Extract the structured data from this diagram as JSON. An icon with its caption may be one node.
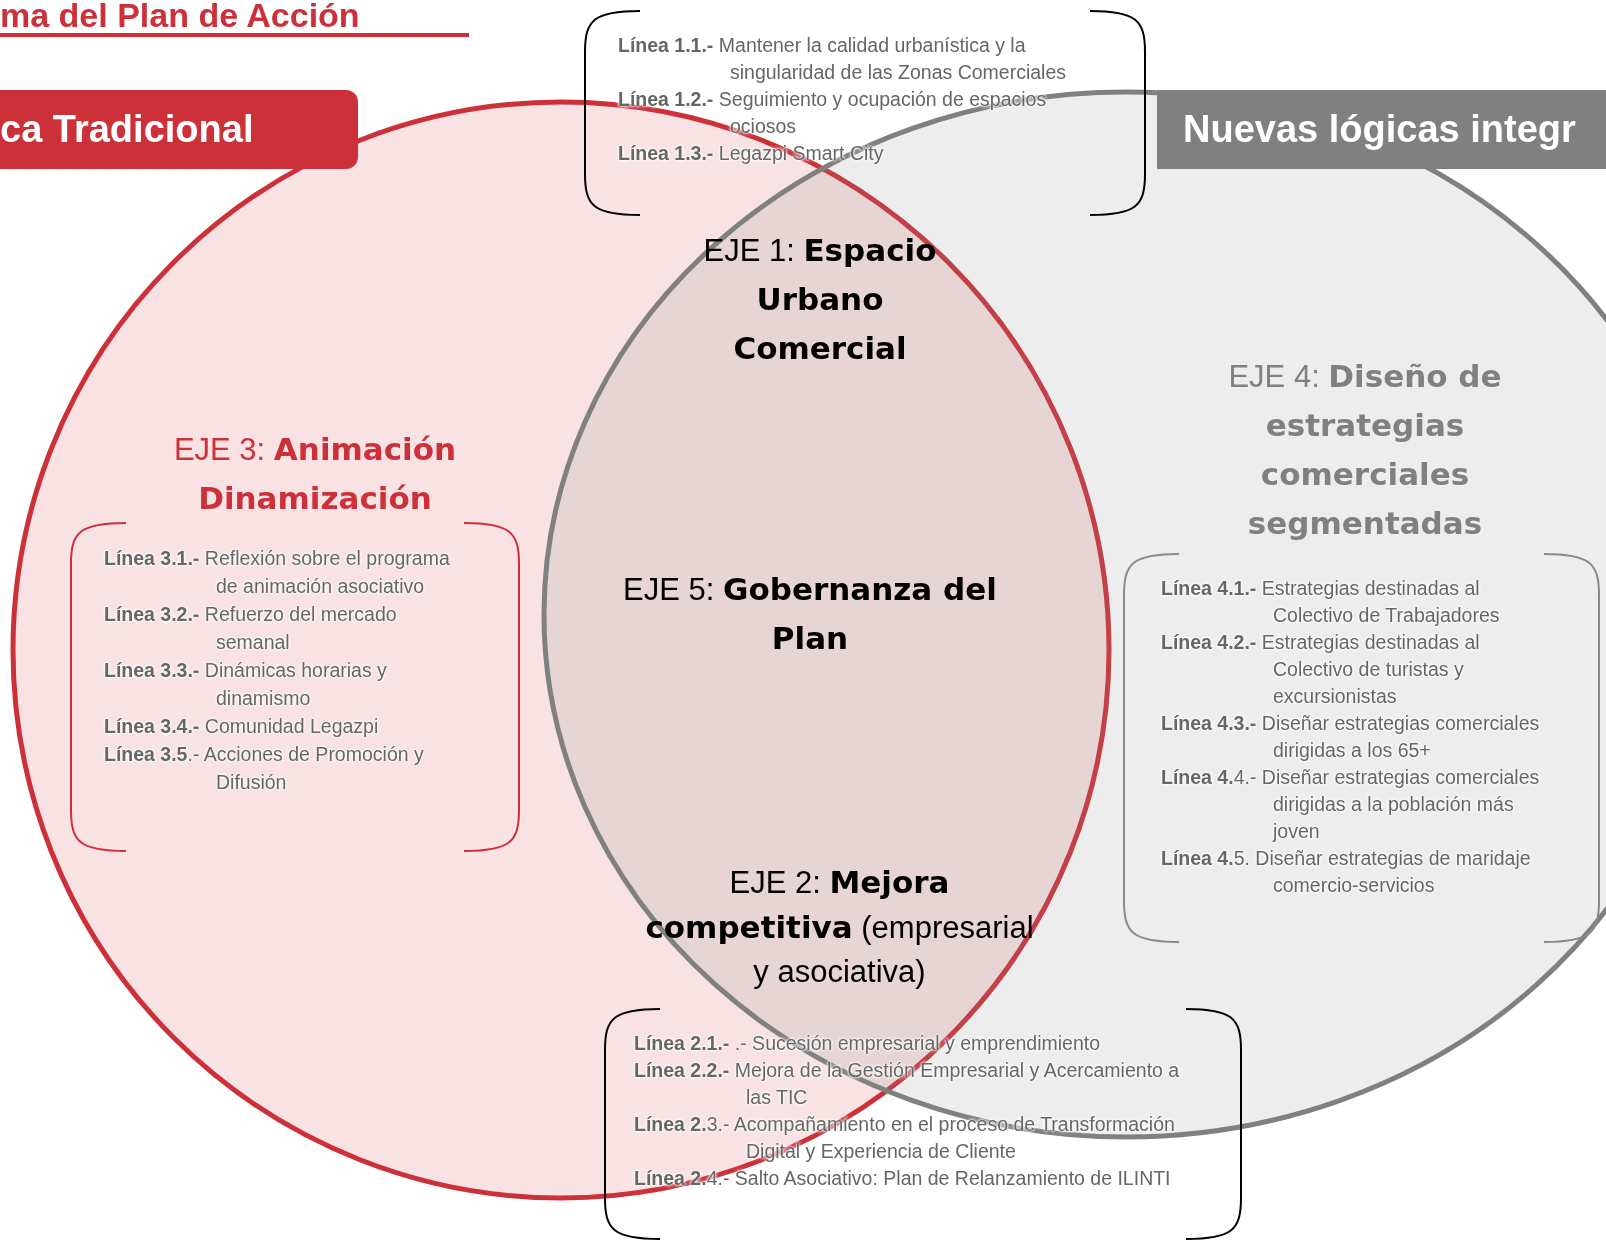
{
  "diagram": {
    "title": "ma del Plan de Acción",
    "nodes": [
      {
        "text": [
          "ca Tradicional"
        ]
      },
      {
        "text": [
          "Nuevas lógicas integr"
        ]
      },
      {
        "text": [],
        "shape": "circle"
      },
      {
        "text": [],
        "shape": "circle"
      },
      {
        "text": [
          "**Línea 1.1.-** Mantener la calidad urbanística y la singularidad de las Zonas Comerciales",
          "**Línea 1.2.-** Seguimiento y ocupación de espacios ociosos",
          "**Línea 1.3.-** Legazpi Smart City"
        ]
      },
      {
        "text": [
          "**Línea 3.1.-** Reflexión sobre el programa de animación asociativo",
          "**Línea 3.2.-** Refuerzo del mercado semanal",
          "**Línea 3.3.-** Dinámicas horarias y dinamismo",
          "**Línea 3.4.-** Comunidad Legazpi",
          "**Línea 3.5**.- Acciones de Promoción y Difusión"
        ],
        "in": 2
      },
      {
        "text": [
          "**Línea 4.1.-** Estrategias destinadas al Colectivo de Trabajadores",
          "**Línea 4.2.-** Estrategias destinadas al Colectivo de turistas y excursionistas",
          "**Línea 4.3.-** Diseñar estrategias comerciales dirigidas a los 65+",
          "**Línea 4.**4.- Diseñar estrategias comerciales dirigidas a la población más joven",
          "**Línea 4.**5. Diseñar estrategias de maridaje comercio-servicios"
        ],
        "in": 3
      },
      {
        "text": [
          "**Línea 2.1.-** .- Sucesión empresarial y emprendimiento",
          "**Línea 2.2.-** Mejora de la Gestión Empresarial y Acercamiento a las TIC",
          "**Línea 2.**3.- Acompañamiento en el proceso de Transformación Digital y Experiencia de Cliente",
          "**Línea 2.**4.- Salto Asociativo: Plan de Relanzamiento de ILINTI"
        ]
      }
    ],
    "labels": [
      "EJE 1: **Espacio Urbano Comercial**",
      "EJE 4: **Diseño de estrategias comerciales segmentadas**",
      "EJE 3: **Animación Dinamización**",
      "EJE 5: **Gobernanza del Plan**",
      "EJE 2: **Mejora competitiva** (empresarial y asociativa)"
    ]
  }
}
